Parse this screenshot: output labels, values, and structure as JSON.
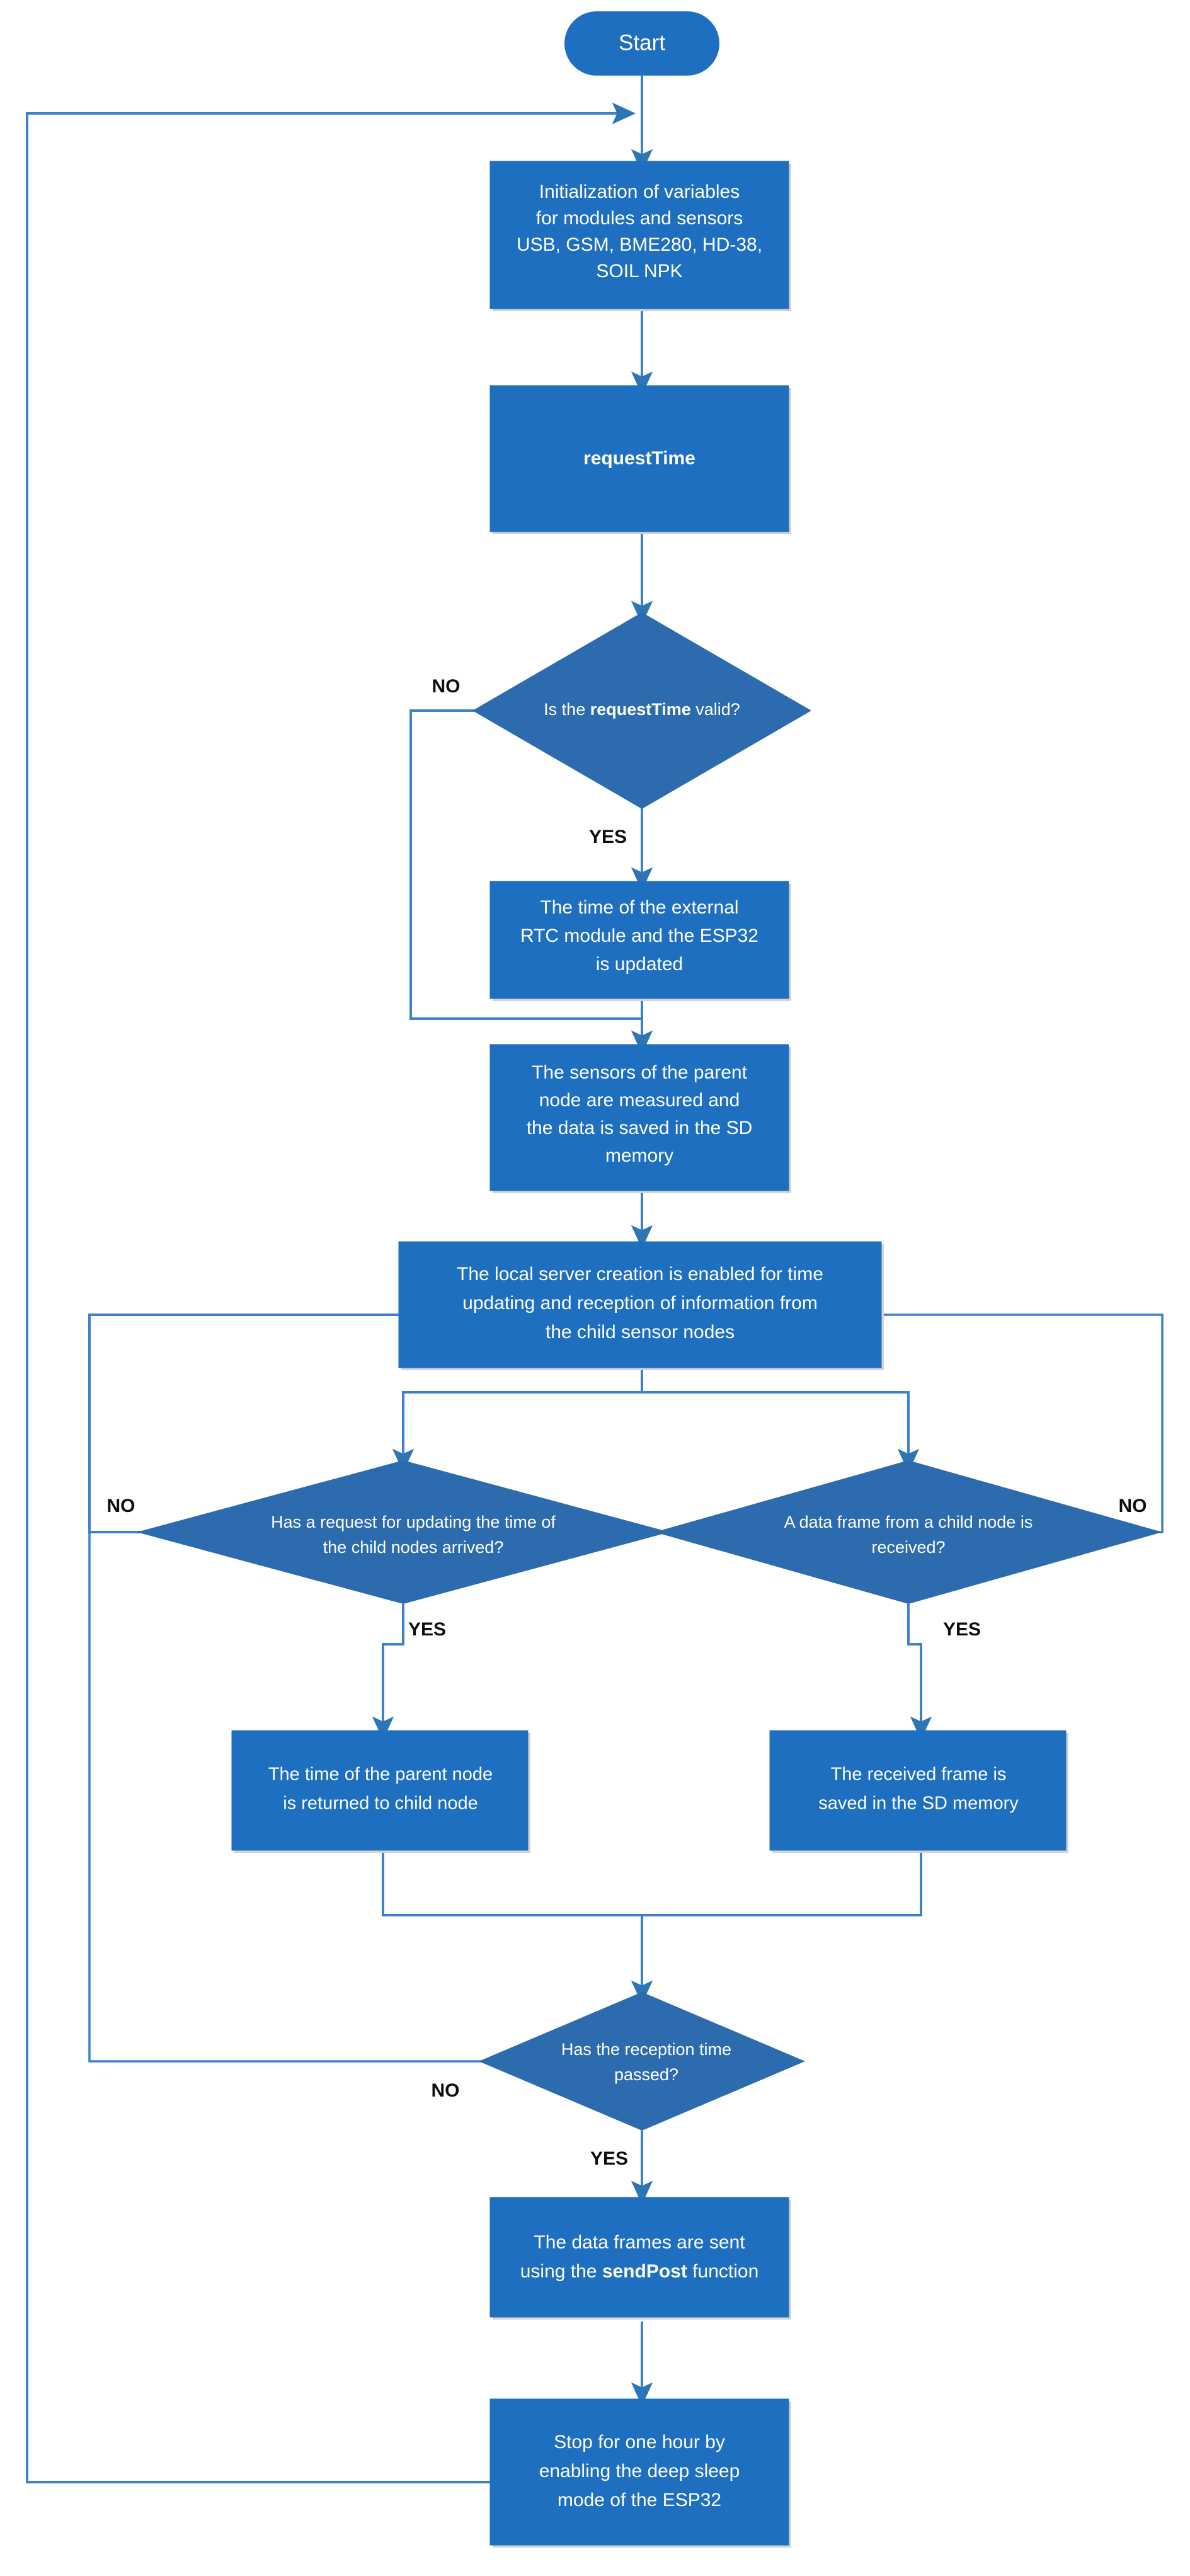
{
  "diagram": {
    "title": "Parent node firmware flowchart",
    "colors": {
      "process_fill": "#1F6FC0",
      "decision_fill": "#2D6BAF",
      "terminator_fill": "#1F6FC0",
      "connector": "#3C82CA",
      "arrowhead": "#2E75B6",
      "node_text": "#FFFFFF",
      "branch_label": "#0D0D0D",
      "background": "#FFFFFF",
      "box_shadow": "#D3D3D3"
    },
    "nodes": {
      "start": {
        "shape": "terminator",
        "label": "Start"
      },
      "init": {
        "shape": "process",
        "lines": [
          "Initialization of variables",
          "for modules and sensors",
          "USB, GSM,  BME280, HD-38,",
          "SOIL NPK"
        ]
      },
      "request_time": {
        "shape": "process",
        "lines": [
          "requestTime"
        ],
        "bold": true
      },
      "decision_request_valid": {
        "shape": "decision",
        "lines": [
          {
            "parts": [
              {
                "text": "Is the ",
                "bold": false
              },
              {
                "text": "requestTime",
                "bold": true
              },
              {
                "text": " valid?",
                "bold": false
              }
            ]
          }
        ],
        "yes_label": "YES",
        "no_label": "NO"
      },
      "rtc_update": {
        "shape": "process",
        "lines": [
          "The time of the external",
          "RTC module and the ESP32",
          "is updated"
        ]
      },
      "measure_sensors": {
        "shape": "process",
        "lines": [
          "The sensors of the parent",
          "node are measured and",
          "the data is saved in the SD",
          "memory"
        ]
      },
      "local_server": {
        "shape": "process",
        "lines": [
          "The local server creation is enabled for time",
          "updating and reception of information from",
          "the child sensor nodes"
        ]
      },
      "decision_time_request": {
        "shape": "decision",
        "lines": [
          "Has a request for updating the time of",
          "the child nodes arrived?"
        ],
        "yes_label": "YES",
        "no_label": "NO"
      },
      "decision_frame_received": {
        "shape": "decision",
        "lines": [
          "A data frame from a child node is",
          "received?"
        ],
        "yes_label": "YES",
        "no_label": "NO"
      },
      "return_time": {
        "shape": "process",
        "lines": [
          "The time of the parent node",
          "is returned to child node"
        ]
      },
      "save_frame": {
        "shape": "process",
        "lines": [
          "The received frame is",
          "saved in the SD memory"
        ]
      },
      "decision_reception_passed": {
        "shape": "decision",
        "lines": [
          "Has the reception time",
          "passed?"
        ],
        "yes_label": "YES",
        "no_label": "NO"
      },
      "send_post": {
        "shape": "process",
        "lines": [
          {
            "parts": [
              {
                "text": "The data frames are sent",
                "bold": false
              }
            ]
          },
          {
            "parts": [
              {
                "text": "using the ",
                "bold": false
              },
              {
                "text": "sendPost",
                "bold": true
              },
              {
                "text": " function",
                "bold": false
              }
            ]
          }
        ]
      },
      "deep_sleep": {
        "shape": "process",
        "lines": [
          "Stop for one hour by",
          "enabling the deep sleep",
          "mode of the ESP32"
        ]
      }
    },
    "branch_labels": {
      "no_request_time": "NO",
      "yes_request_time": "YES",
      "no_time_request": "NO",
      "yes_time_request": "YES",
      "no_frame_received": "NO",
      "yes_frame_received": "YES",
      "no_reception_passed": "NO",
      "yes_reception_passed": "YES"
    }
  }
}
